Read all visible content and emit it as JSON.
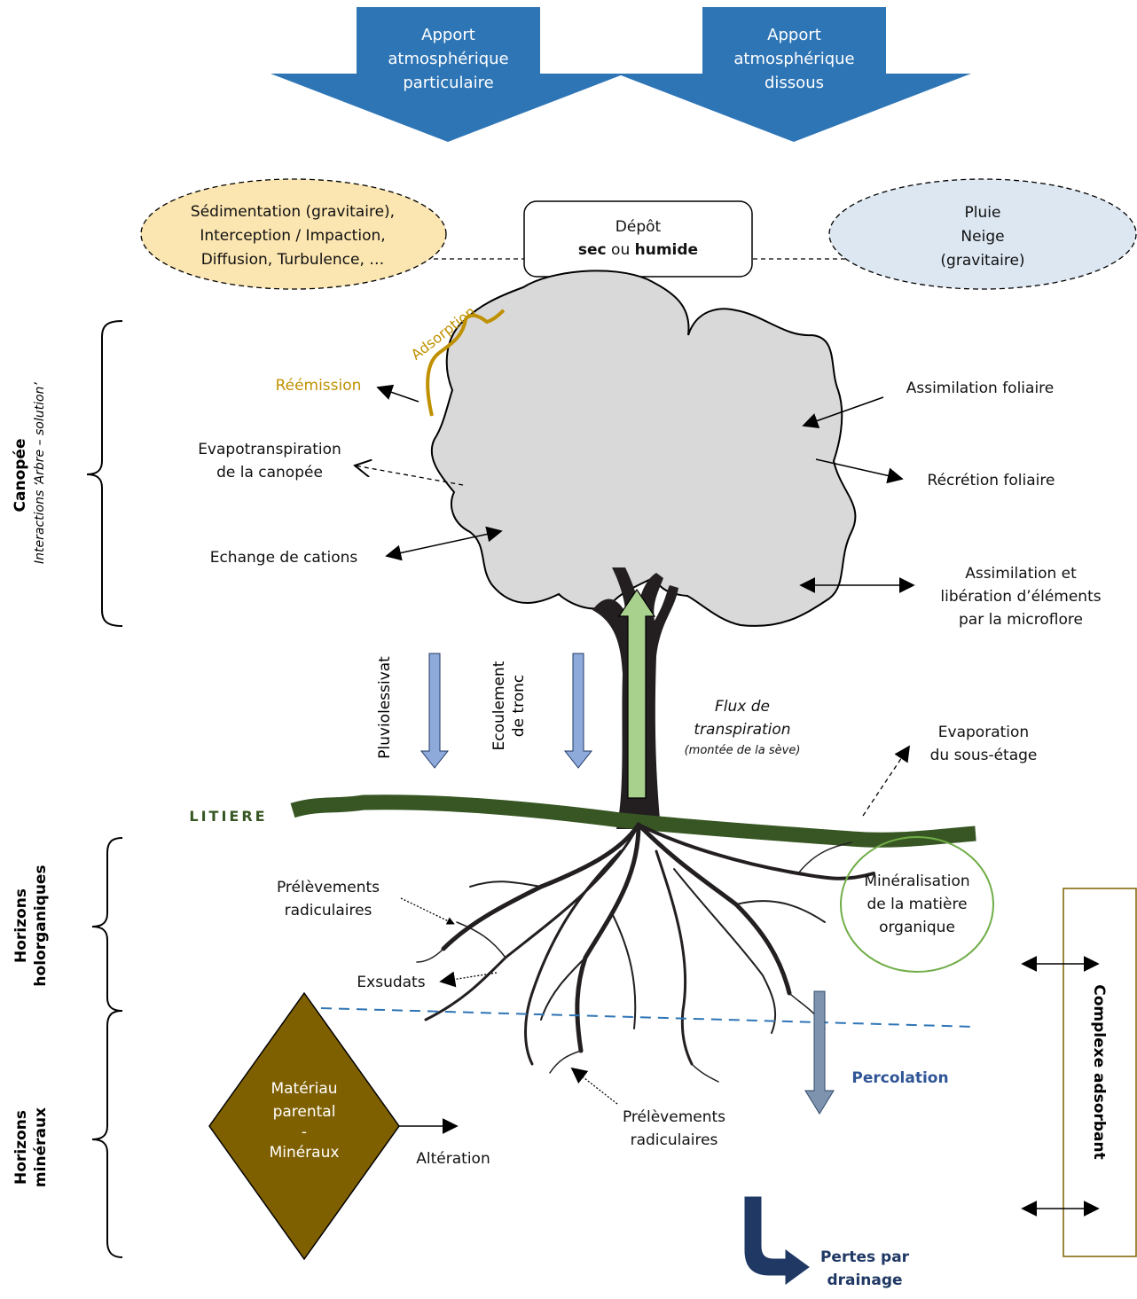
{
  "top_arrows": {
    "particulate": [
      "Apport",
      "atmosphérique",
      "particulaire"
    ],
    "dissolved": [
      "Apport",
      "atmosphérique",
      "dissous"
    ]
  },
  "deposition": {
    "mechanisms": [
      "Sédimentation (gravitaire),",
      "Interception / Impaction,",
      "Diffusion, Turbulence, …"
    ],
    "depot_title": "Dépôt",
    "depot_dry": "sec",
    "depot_or": " ou ",
    "depot_wet": "humide",
    "precip": [
      "Pluie",
      "Neige",
      "(gravitaire)"
    ]
  },
  "canopy": {
    "adsorption": "Adsorption",
    "reemission": "Réémission",
    "evapotranspiration": [
      "Evapotranspiration",
      "de la canopée"
    ],
    "cation_exchange": "Echange de cations",
    "foliar_assimilation": "Assimilation foliaire",
    "foliar_recretion": "Récrétion foliaire",
    "microflora": [
      "Assimilation et",
      "libération d’éléments",
      "par la microflore"
    ]
  },
  "fluxes": {
    "throughfall": "Pluviolessivat",
    "stemflow": [
      "Ecoulement",
      "de tronc"
    ],
    "transpiration_title": [
      "Flux de",
      "transpiration"
    ],
    "transpiration_sub": "(montée de la sève)",
    "understory_evap": [
      "Evaporation",
      "du sous-étage"
    ]
  },
  "soil": {
    "litter": "LITIERE",
    "root_uptake_top": [
      "Prélèvements",
      "radiculaires"
    ],
    "exudates": "Exsudats",
    "mineralisation": [
      "Minéralisation",
      "de la matière",
      "organique"
    ],
    "percolation": "Percolation",
    "parent_material": [
      "Matériau",
      "parental",
      "-",
      "Minéraux"
    ],
    "weathering": "Altération",
    "root_uptake_bottom": [
      "Prélèvements",
      "radiculaires"
    ],
    "drainage": [
      "Pertes par",
      "drainage"
    ],
    "exchange_complex": "Complexe adsorbant"
  },
  "side_labels": {
    "canopy_title": "Canopée",
    "canopy_sub": "Interactions ‘Arbre – solution’",
    "holorganic": [
      "Horizons",
      "holorganiques"
    ],
    "mineral": [
      "Horizons",
      "minéraux"
    ]
  },
  "colors": {
    "top_arrow": "#2e75b6",
    "ellipse_left": "#fbe5b0",
    "ellipse_right": "#dde7f2",
    "canopy": "#d9d9d9",
    "trunk": "#231f20",
    "litter": "#375623",
    "adsorption": "#bf9000",
    "flow_arrows": "#8eaadb",
    "sap_arrow": "#a9d18e",
    "parent_material": "#7f6000",
    "percolation": "#7e93ad",
    "percolation_text": "#2f5597",
    "drainage": "#1f3864",
    "mineralisation_ring": "#70ad47",
    "complex_border": "#7f6000"
  }
}
